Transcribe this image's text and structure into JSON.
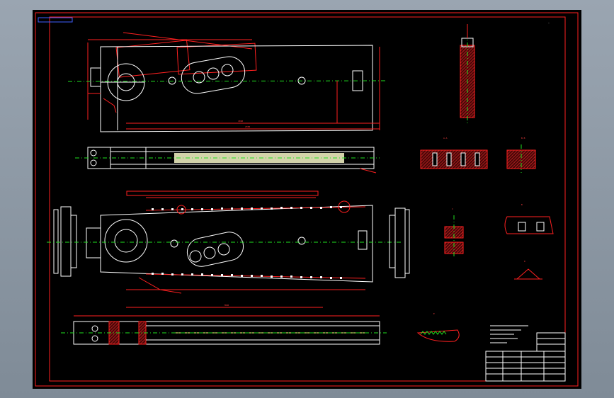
{
  "app": {
    "background_color": "#8f9aa6",
    "viewport_color": "#000000"
  },
  "drawing": {
    "border_color": "#ff2020",
    "outline_color": "#ffffff",
    "centerline_color": "#20e020",
    "section_labels": {
      "section_a": "A-A",
      "section_b": "B-B",
      "detail_b": "B",
      "detail_c": "C",
      "detail_d": "D",
      "detail_e": "E"
    }
  }
}
